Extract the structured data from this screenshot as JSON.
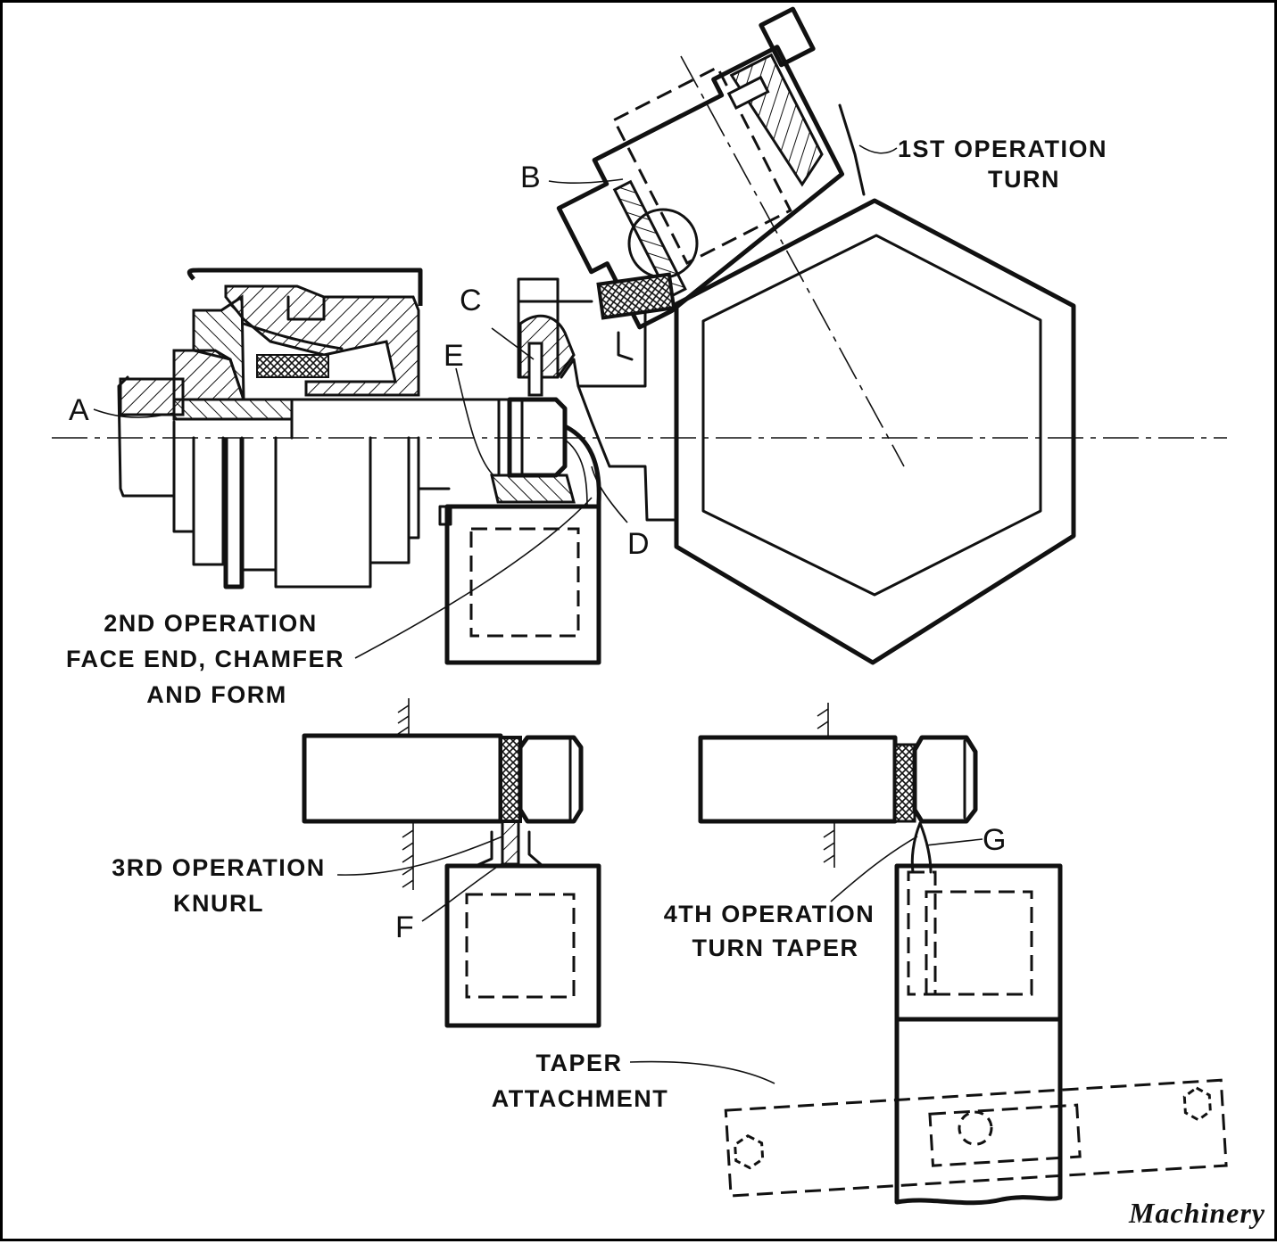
{
  "figure": {
    "title": "Turret lathe operations diagram",
    "credit": "Machinery",
    "ink_color": "#111111",
    "paper_color": "#ffffff"
  },
  "operations": [
    {
      "id": "op1",
      "lines": [
        "1ST OPERATION",
        "TURN"
      ]
    },
    {
      "id": "op2",
      "lines": [
        "2ND OPERATION",
        "FACE END, CHAMFER",
        "AND FORM"
      ]
    },
    {
      "id": "op3",
      "lines": [
        "3RD OPERATION",
        "KNURL"
      ]
    },
    {
      "id": "op4",
      "lines": [
        "4TH OPERATION",
        "TURN TAPER"
      ]
    }
  ],
  "attachment": {
    "lines": [
      "TAPER",
      "ATTACHMENT"
    ]
  },
  "part_letters": {
    "A": "A",
    "B": "B",
    "C": "C",
    "D": "D",
    "E": "E",
    "F": "F",
    "G": "G"
  }
}
